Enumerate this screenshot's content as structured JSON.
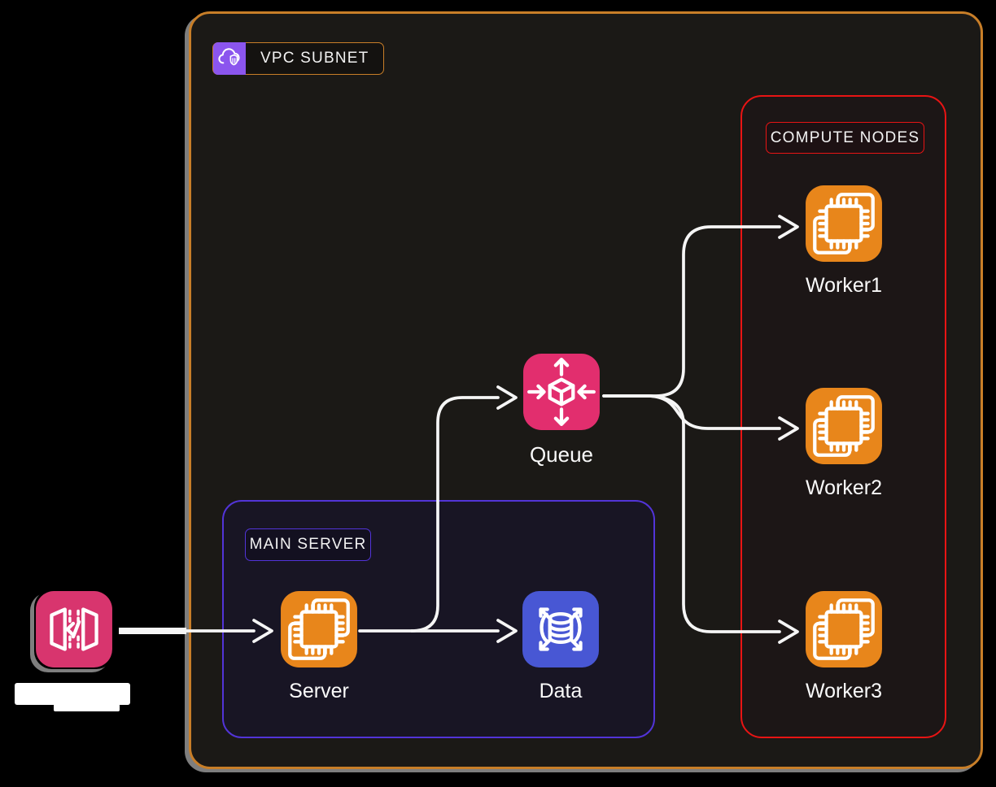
{
  "diagram": {
    "vpc": {
      "label": "VPC SUBNET"
    },
    "compute_nodes": {
      "label": "COMPUTE NODES",
      "workers": [
        {
          "label": "Worker1"
        },
        {
          "label": "Worker2"
        },
        {
          "label": "Worker3"
        }
      ]
    },
    "main_server": {
      "label": "MAIN SERVER",
      "server": {
        "label": "Server"
      },
      "data": {
        "label": "Data"
      }
    },
    "queue": {
      "label": "Queue"
    },
    "api_gateway": {
      "label": ""
    },
    "edges": [
      {
        "from": "api-gateway",
        "to": "server"
      },
      {
        "from": "server",
        "to": "data"
      },
      {
        "from": "server",
        "to": "queue"
      },
      {
        "from": "queue",
        "to": "worker1"
      },
      {
        "from": "queue",
        "to": "worker2"
      },
      {
        "from": "queue",
        "to": "worker3"
      }
    ]
  },
  "icons": {
    "vpc_badge": "cloud-shield-icon",
    "server": "chip-icon",
    "workers": "chip-icon",
    "queue": "cube-scaling-arrows-icon",
    "data": "database-scale-icon",
    "api_gateway": "gateway-panels-code-icon"
  },
  "colors": {
    "page_bg": "#000000",
    "text": "#F2F2F2",
    "vpc_border": "#C87E28",
    "vpc_fill": "#1B1916",
    "compute_border": "#E81414",
    "compute_fill": "#1C1616",
    "main_border": "#5234D8",
    "main_fill": "#181524",
    "orange_icon": "#E8861B",
    "queue_pink": "#E22E6E",
    "gateway_pink": "#D8356E",
    "data_blue": "#4857D4",
    "vpc_icon_purple": "#8B55EE",
    "line_white": "#F5F5F5",
    "shadow_gray": "#7E7E7E"
  }
}
